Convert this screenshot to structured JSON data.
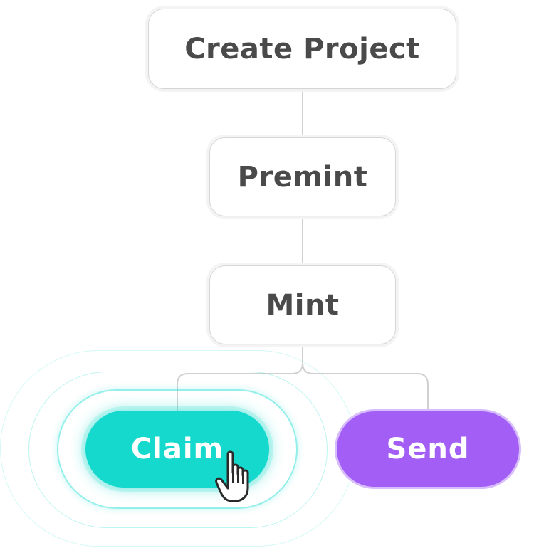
{
  "steps": {
    "create_project": "Create Project",
    "premint": "Premint",
    "mint": "Mint"
  },
  "actions": {
    "claim": "Claim",
    "send": "Send"
  },
  "colors": {
    "claim": "#14d9cc",
    "send": "#a25ef5",
    "connector": "#d0d0d0",
    "step_text": "#4a4a4a"
  },
  "icons": {
    "cursor": "hand-pointer-icon"
  }
}
